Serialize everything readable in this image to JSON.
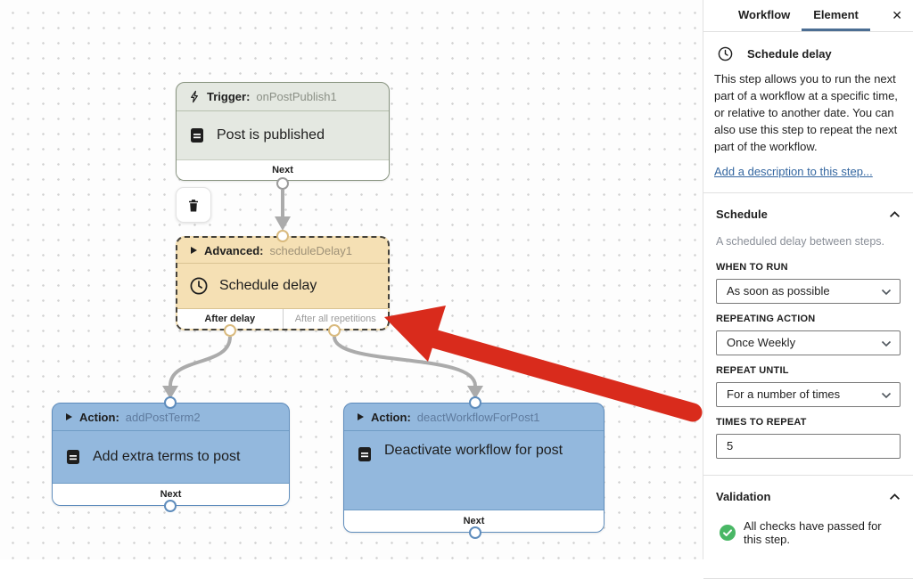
{
  "canvas": {
    "trigger": {
      "kind": "Trigger:",
      "id": "onPostPublish1",
      "title": "Post is published",
      "next": "Next"
    },
    "delay": {
      "kind": "Advanced:",
      "id": "scheduleDelay1",
      "title": "Schedule delay",
      "out_left": "After delay",
      "out_right": "After all repetitions"
    },
    "action1": {
      "kind": "Action:",
      "id": "addPostTerm2",
      "title": "Add extra terms to post",
      "next": "Next"
    },
    "action2": {
      "kind": "Action:",
      "id": "deactWorkflowForPost1",
      "title": "Deactivate workflow for post",
      "next": "Next"
    }
  },
  "sidebar": {
    "tabs": {
      "workflow": "Workflow",
      "element": "Element"
    },
    "icons": {
      "close": "✕"
    },
    "element_panel": {
      "title": "Schedule delay",
      "description": "This step allows you to run the next part of a workflow at a specific time, or relative to another date. You can also use this step to repeat the next part of the workflow.",
      "add_description": "Add a description to this step..."
    },
    "schedule": {
      "title": "Schedule",
      "subtitle": "A scheduled delay between steps.",
      "when_to_run_label": "WHEN TO RUN",
      "when_to_run_value": "As soon as possible",
      "repeating_action_label": "REPEATING ACTION",
      "repeating_action_value": "Once Weekly",
      "repeat_until_label": "REPEAT UNTIL",
      "repeat_until_value": "For a number of times",
      "times_to_repeat_label": "TIMES TO REPEAT",
      "times_to_repeat_value": "5"
    },
    "validation": {
      "title": "Validation",
      "message": "All checks have passed for this step."
    }
  },
  "colors": {
    "tab_accent": "#4c6e93",
    "link": "#3567a0",
    "trigger_bg": "#e4e8e1",
    "delay_bg": "#f5e0b4",
    "action_bg": "#93b8dd",
    "connector": "#ababab",
    "red_arrow": "#d92b1c",
    "validation_green": "#49b765"
  }
}
